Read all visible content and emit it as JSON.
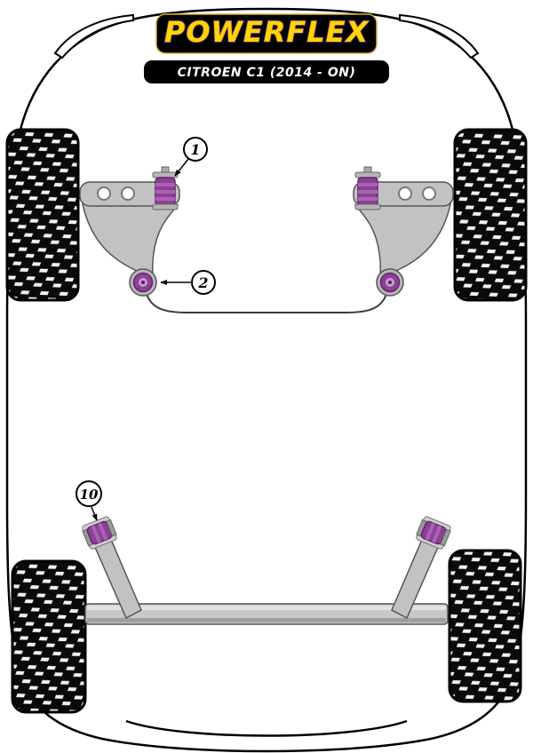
{
  "logo": {
    "text": "POWERFLEX"
  },
  "model_plate": {
    "text": "CITROEN C1 (2014  - ON)"
  },
  "callouts": [
    {
      "label": "1"
    },
    {
      "label": "2"
    },
    {
      "label": "10"
    }
  ],
  "colors": {
    "bush_purple": "#8e3f97",
    "bush_purple_dark": "#5e2a66",
    "bush_purple_light": "#a963b5",
    "logo_yellow": "#ffd400",
    "logo_purple": "#6b2d86",
    "metal_gray": "#c2c2c2",
    "plate_black": "#000000",
    "tire_black": "#0a0a0a"
  }
}
